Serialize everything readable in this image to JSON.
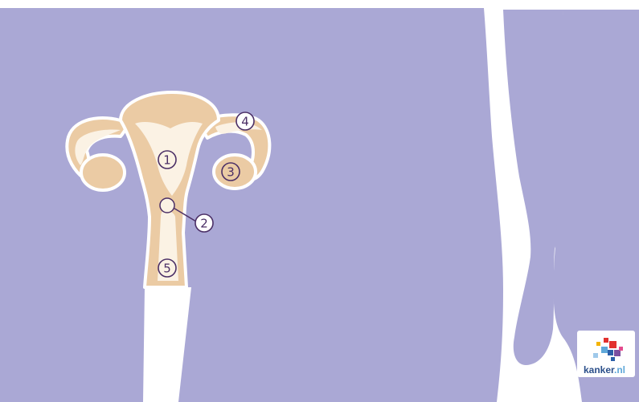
{
  "colors": {
    "body": "#aaa8d5",
    "organ": "#ebcba4",
    "organ_inner": "#fbf2e4",
    "organ_outline": "#ffffff",
    "label_ring": "#4b2f66",
    "background": "#ffffff"
  },
  "diagram": {
    "labels": [
      {
        "id": "uterus",
        "number": "1"
      },
      {
        "id": "cervix",
        "number": "2"
      },
      {
        "id": "ovary",
        "number": "3"
      },
      {
        "id": "fallopian-tube",
        "number": "4"
      },
      {
        "id": "vagina",
        "number": "5"
      }
    ]
  },
  "logo": {
    "brand": "kanker",
    "suffix": ".nl",
    "icon": "colored-squares-icon"
  }
}
